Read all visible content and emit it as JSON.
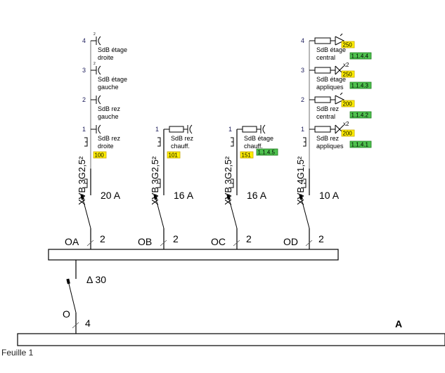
{
  "sheet_label": "Feuille 1",
  "main_panel": {
    "label": "A"
  },
  "main_breaker": {
    "label": "O",
    "poles": "4"
  },
  "differential": {
    "label": "Δ 30"
  },
  "colors": {
    "yellow_tag": "#ffef00",
    "yellow_border": "#c9a800",
    "green_tag": "#4ec24e",
    "green_border": "#1e7a1e",
    "line": "#000000",
    "gray_line": "#a0a0a0"
  },
  "circuits": [
    {
      "id": "OA",
      "poles": "2",
      "rating": "20 A",
      "cable": "XVB 3G2,5²",
      "tag": "100",
      "loads": [
        {
          "num": "4",
          "type": "socket-x2",
          "line1": "SdB étage",
          "line2": "droite"
        },
        {
          "num": "3",
          "type": "socket-x2",
          "line1": "SdB étage",
          "line2": "gauche"
        },
        {
          "num": "2",
          "type": "socket",
          "line1": "SdB rez",
          "line2": "gauche"
        },
        {
          "num": "1",
          "type": "socket",
          "line1": "SdB rez",
          "line2": "droite"
        }
      ]
    },
    {
      "id": "OB",
      "poles": "2",
      "rating": "16 A",
      "cable": "XVB 3G2,5²",
      "tag": "101",
      "loads": [
        {
          "num": "1",
          "type": "heater",
          "line1": "SdB rez",
          "line2": "chauff."
        }
      ]
    },
    {
      "id": "OC",
      "poles": "2",
      "rating": "16 A",
      "cable": "XVB 3G2,5²",
      "tag": "151",
      "ref": "1.1.4.5",
      "loads": [
        {
          "num": "1",
          "type": "heater",
          "line1": "SdB étage",
          "line2": "chauff."
        }
      ]
    },
    {
      "id": "OD",
      "poles": "2",
      "rating": "10 A",
      "cable": "XVB 4G1,5²",
      "loads": [
        {
          "num": "4",
          "type": "spot",
          "line1": "SdB étage",
          "line2": "central",
          "tag": "250",
          "ref": "1.1.4.4"
        },
        {
          "num": "3",
          "type": "lamp-x2",
          "line1": "SdB étage",
          "line2": "appliques",
          "tag": "250",
          "ref": "1.1.4.3",
          "mult": "x2"
        },
        {
          "num": "2",
          "type": "spot",
          "line1": "SdB rez",
          "line2": "central",
          "tag": "200",
          "ref": "1.1.4.2"
        },
        {
          "num": "1",
          "type": "lamp-x2",
          "line1": "SdB rez",
          "line2": "appliques",
          "tag": "200",
          "ref": "1.1.4.1",
          "mult": "x2"
        }
      ]
    }
  ]
}
